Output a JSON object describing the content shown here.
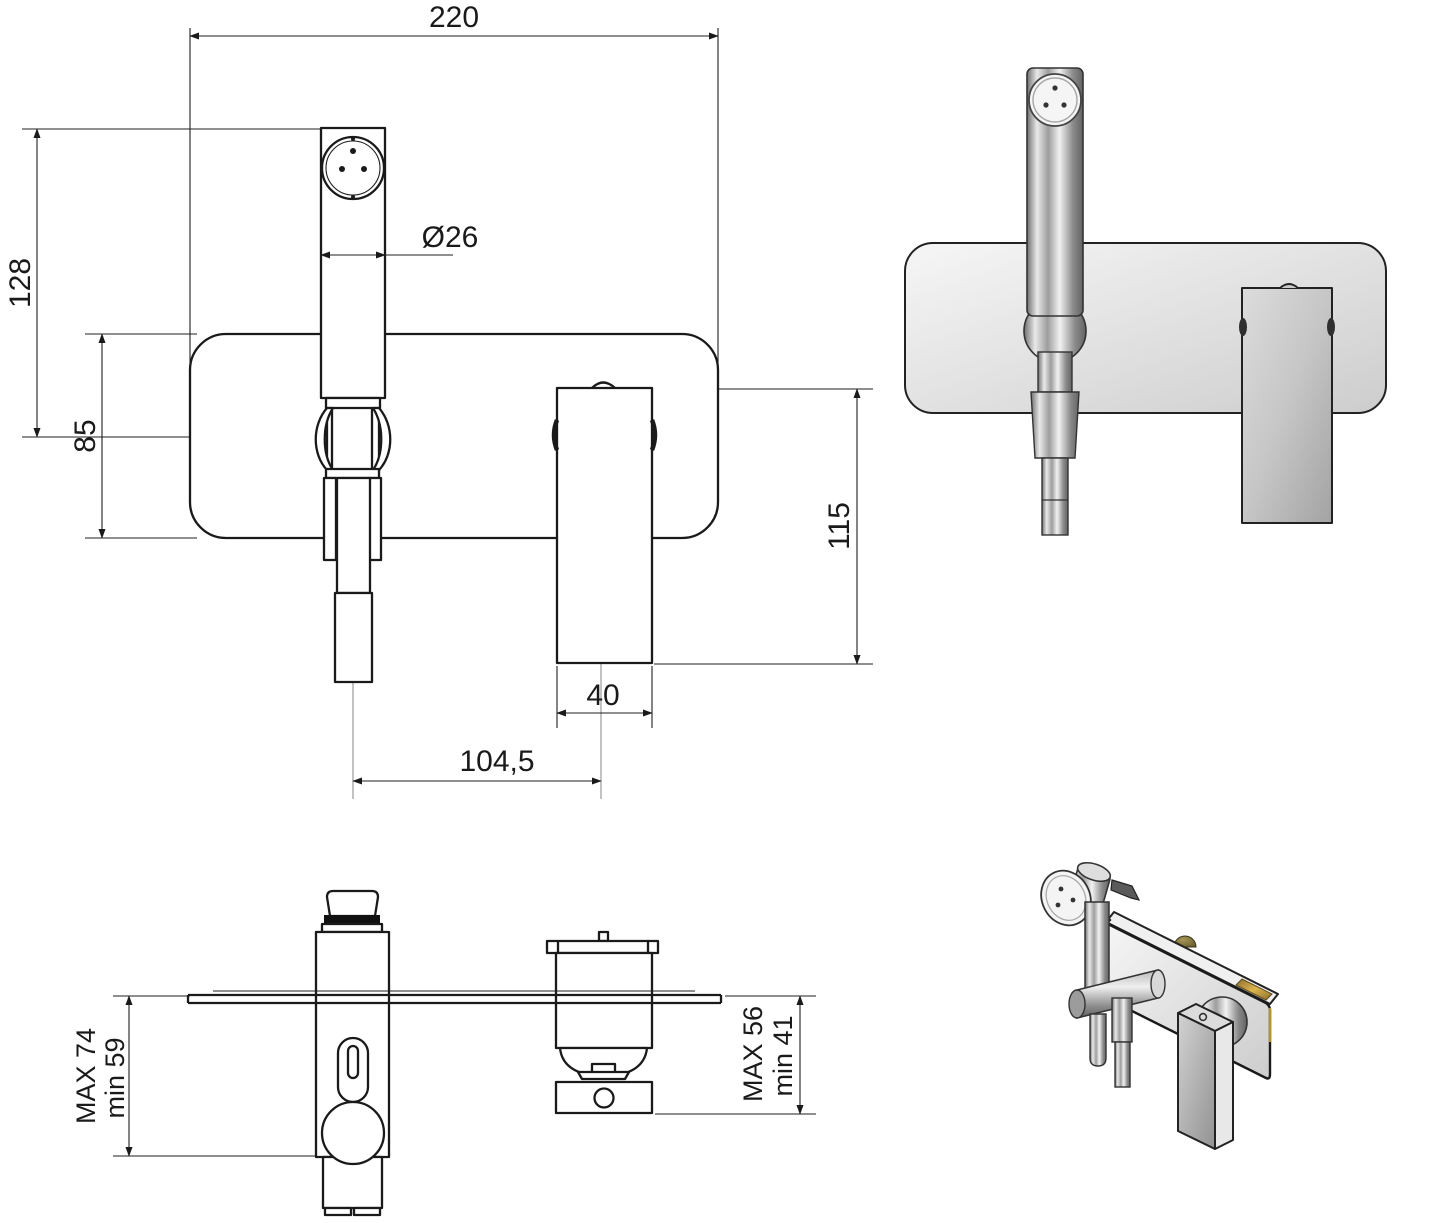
{
  "colors": {
    "ink": "#1a1a1a",
    "dimension_line": "#1f1f1f",
    "centerline": "#9a9a9a",
    "plate_gray_light": "#f4f4f4",
    "plate_gray_dark": "#cfcfcf",
    "metal_dark": "#6a6a6a",
    "metal_light": "#f1f1f1",
    "brass": "#c9a23f",
    "outline": "#222222"
  },
  "front_view": {
    "dims": {
      "plate_width": "220",
      "spray_height": "128",
      "plate_height": "85",
      "spray_diameter": "Ø26",
      "handle_height": "115",
      "handle_width": "40",
      "axis_spacing": "104,5"
    }
  },
  "top_view": {
    "dims": {
      "spray_depth_max": "MAX 74",
      "spray_depth_min": "min 59",
      "handle_depth_max": "MAX 56",
      "handle_depth_min": "min 41"
    }
  }
}
